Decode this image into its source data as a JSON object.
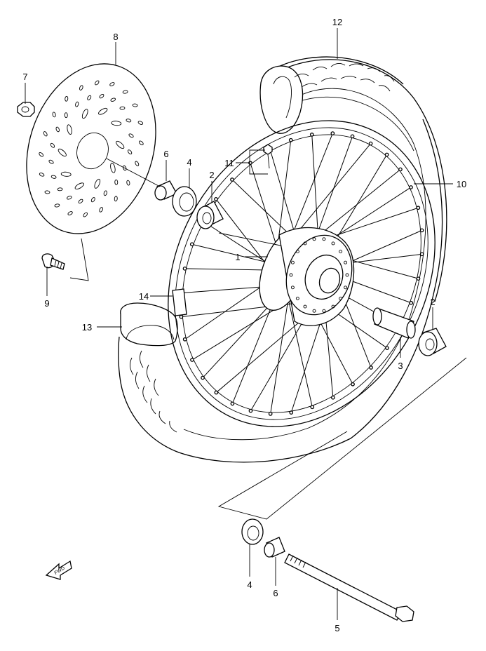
{
  "diagram": {
    "callouts": [
      {
        "id": "c12",
        "number": "12"
      },
      {
        "id": "c8",
        "number": "8"
      },
      {
        "id": "c7",
        "number": "7"
      },
      {
        "id": "c6a",
        "number": "6"
      },
      {
        "id": "c4a",
        "number": "4"
      },
      {
        "id": "c2a",
        "number": "2"
      },
      {
        "id": "c11",
        "number": "11"
      },
      {
        "id": "c10",
        "number": "10"
      },
      {
        "id": "c1",
        "number": "1"
      },
      {
        "id": "c9",
        "number": "9"
      },
      {
        "id": "c14",
        "number": "14"
      },
      {
        "id": "c13",
        "number": "13"
      },
      {
        "id": "c2b",
        "number": "2"
      },
      {
        "id": "c3",
        "number": "3"
      },
      {
        "id": "c4b",
        "number": "4"
      },
      {
        "id": "c6b",
        "number": "6"
      },
      {
        "id": "c5",
        "number": "5"
      }
    ],
    "fwd_label": "FWD"
  }
}
